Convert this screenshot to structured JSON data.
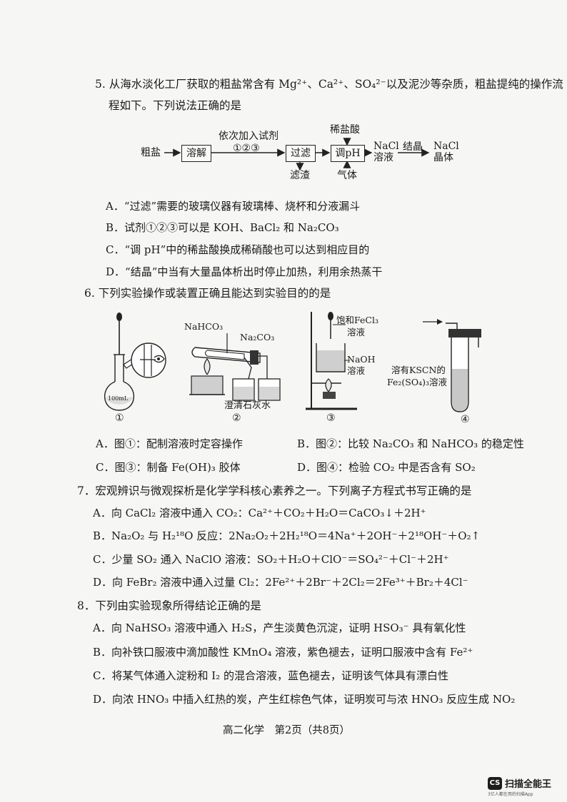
{
  "q5": {
    "line1": "5. 从海水淡化工厂获取的粗盐常含有 Mg²⁺、Ca²⁺、SO₄²⁻以及泥沙等杂质，粗盐提纯的操作流",
    "line2": "程如下。下列说法正确的是",
    "flow": {
      "start": "粗盐",
      "dissolve": "溶解",
      "reagent_top": "依次加入试剂",
      "reagent_nums": "①②③",
      "filter": "过滤",
      "filter_residue": "滤渣",
      "acid": "稀盐酸",
      "adjust_ph": "调pH",
      "gas": "气体",
      "nacl_solution_1": "NaCl",
      "nacl_solution_2": "溶液",
      "crystallize": "结晶",
      "nacl_crystal_1": "NaCl",
      "nacl_crystal_2": "晶体"
    },
    "options": {
      "A": "A．“过滤”需要的玻璃仪器有玻璃棒、烧杯和分液漏斗",
      "B": "B．试剂①②③可以是 KOH、BaCl₂ 和 Na₂CO₃",
      "C": "C．“调 pH”中的稀盐酸换成稀硝酸也可以达到相应目的",
      "D": "D．“结晶”中当有大量晶体析出时停止加热，利用余热蒸干"
    }
  },
  "q6": {
    "stem": "6. 下列实验操作或装置正确且能达到实验目的的是",
    "figures": {
      "fig1_label": "①",
      "fig2_label": "②",
      "fig3_label": "③",
      "fig4_label": "④",
      "fig1_flask": "100mL",
      "fig2_nahco3": "NaHCO₃",
      "fig2_na2co3": "Na₂CO₃",
      "fig2_limewater": "澄清石灰水",
      "fig3_fecl3_1": "饱和FeCl₃",
      "fig3_fecl3_2": "溶液",
      "fig3_naoh_1": "NaOH",
      "fig3_naoh_2": "溶液",
      "fig4_kscn_1": "溶有KSCN的",
      "fig4_kscn_2": "Fe₂(SO₄)₃溶液"
    },
    "options": {
      "A": "A．图①：配制溶液时定容操作",
      "B": "B．图②：比较 Na₂CO₃ 和 NaHCO₃ 的稳定性",
      "C": "C．图③：制备 Fe(OH)₃ 胶体",
      "D": "D．图④：检验 CO₂ 中是否含有 SO₂"
    }
  },
  "q7": {
    "stem": "7．宏观辨识与微观探析是化学学科核心素养之一。下列离子方程式书写正确的是",
    "options": {
      "A": "A．向 CaCl₂ 溶液中通入 CO₂：Ca²⁺＋CO₂＋H₂O＝CaCO₃↓＋2H⁺",
      "B": "B．Na₂O₂ 与 H₂¹⁸O 反应：2Na₂O₂＋2H₂¹⁸O＝4Na⁺＋2OH⁻＋2¹⁸OH⁻＋O₂↑",
      "C": "C．少量 SO₂ 通入 NaClO 溶液：SO₂＋H₂O＋ClO⁻＝SO₄²⁻＋Cl⁻＋2H⁺",
      "D": "D．向 FeBr₂ 溶液中通入过量 Cl₂：2Fe²⁺＋2Br⁻＋2Cl₂＝2Fe³⁺＋Br₂＋4Cl⁻"
    }
  },
  "q8": {
    "stem": "8．下列由实验现象所得结论正确的是",
    "options": {
      "A": "A．向 NaHSO₃ 溶液中通入 H₂S，产生淡黄色沉淀，证明 HSO₃⁻ 具有氧化性",
      "B": "B．向补铁口服液中滴加酸性 KMnO₄ 溶液，紫色褪去，证明口服液中含有 Fe²⁺",
      "C": "C．将某气体通入淀粉和 I₂ 的混合溶液，蓝色褪去，证明该气体具有漂白性",
      "D": "D．向浓 HNO₃ 中插入红热的炭，产生红棕色气体，证明炭可与浓 HNO₃ 反应生成 NO₂"
    }
  },
  "footer": "高二化学　第2页（共8页）",
  "scanner": {
    "logo": "CS",
    "name": "扫描全能王",
    "tagline": "3亿人都在用的扫描App"
  }
}
